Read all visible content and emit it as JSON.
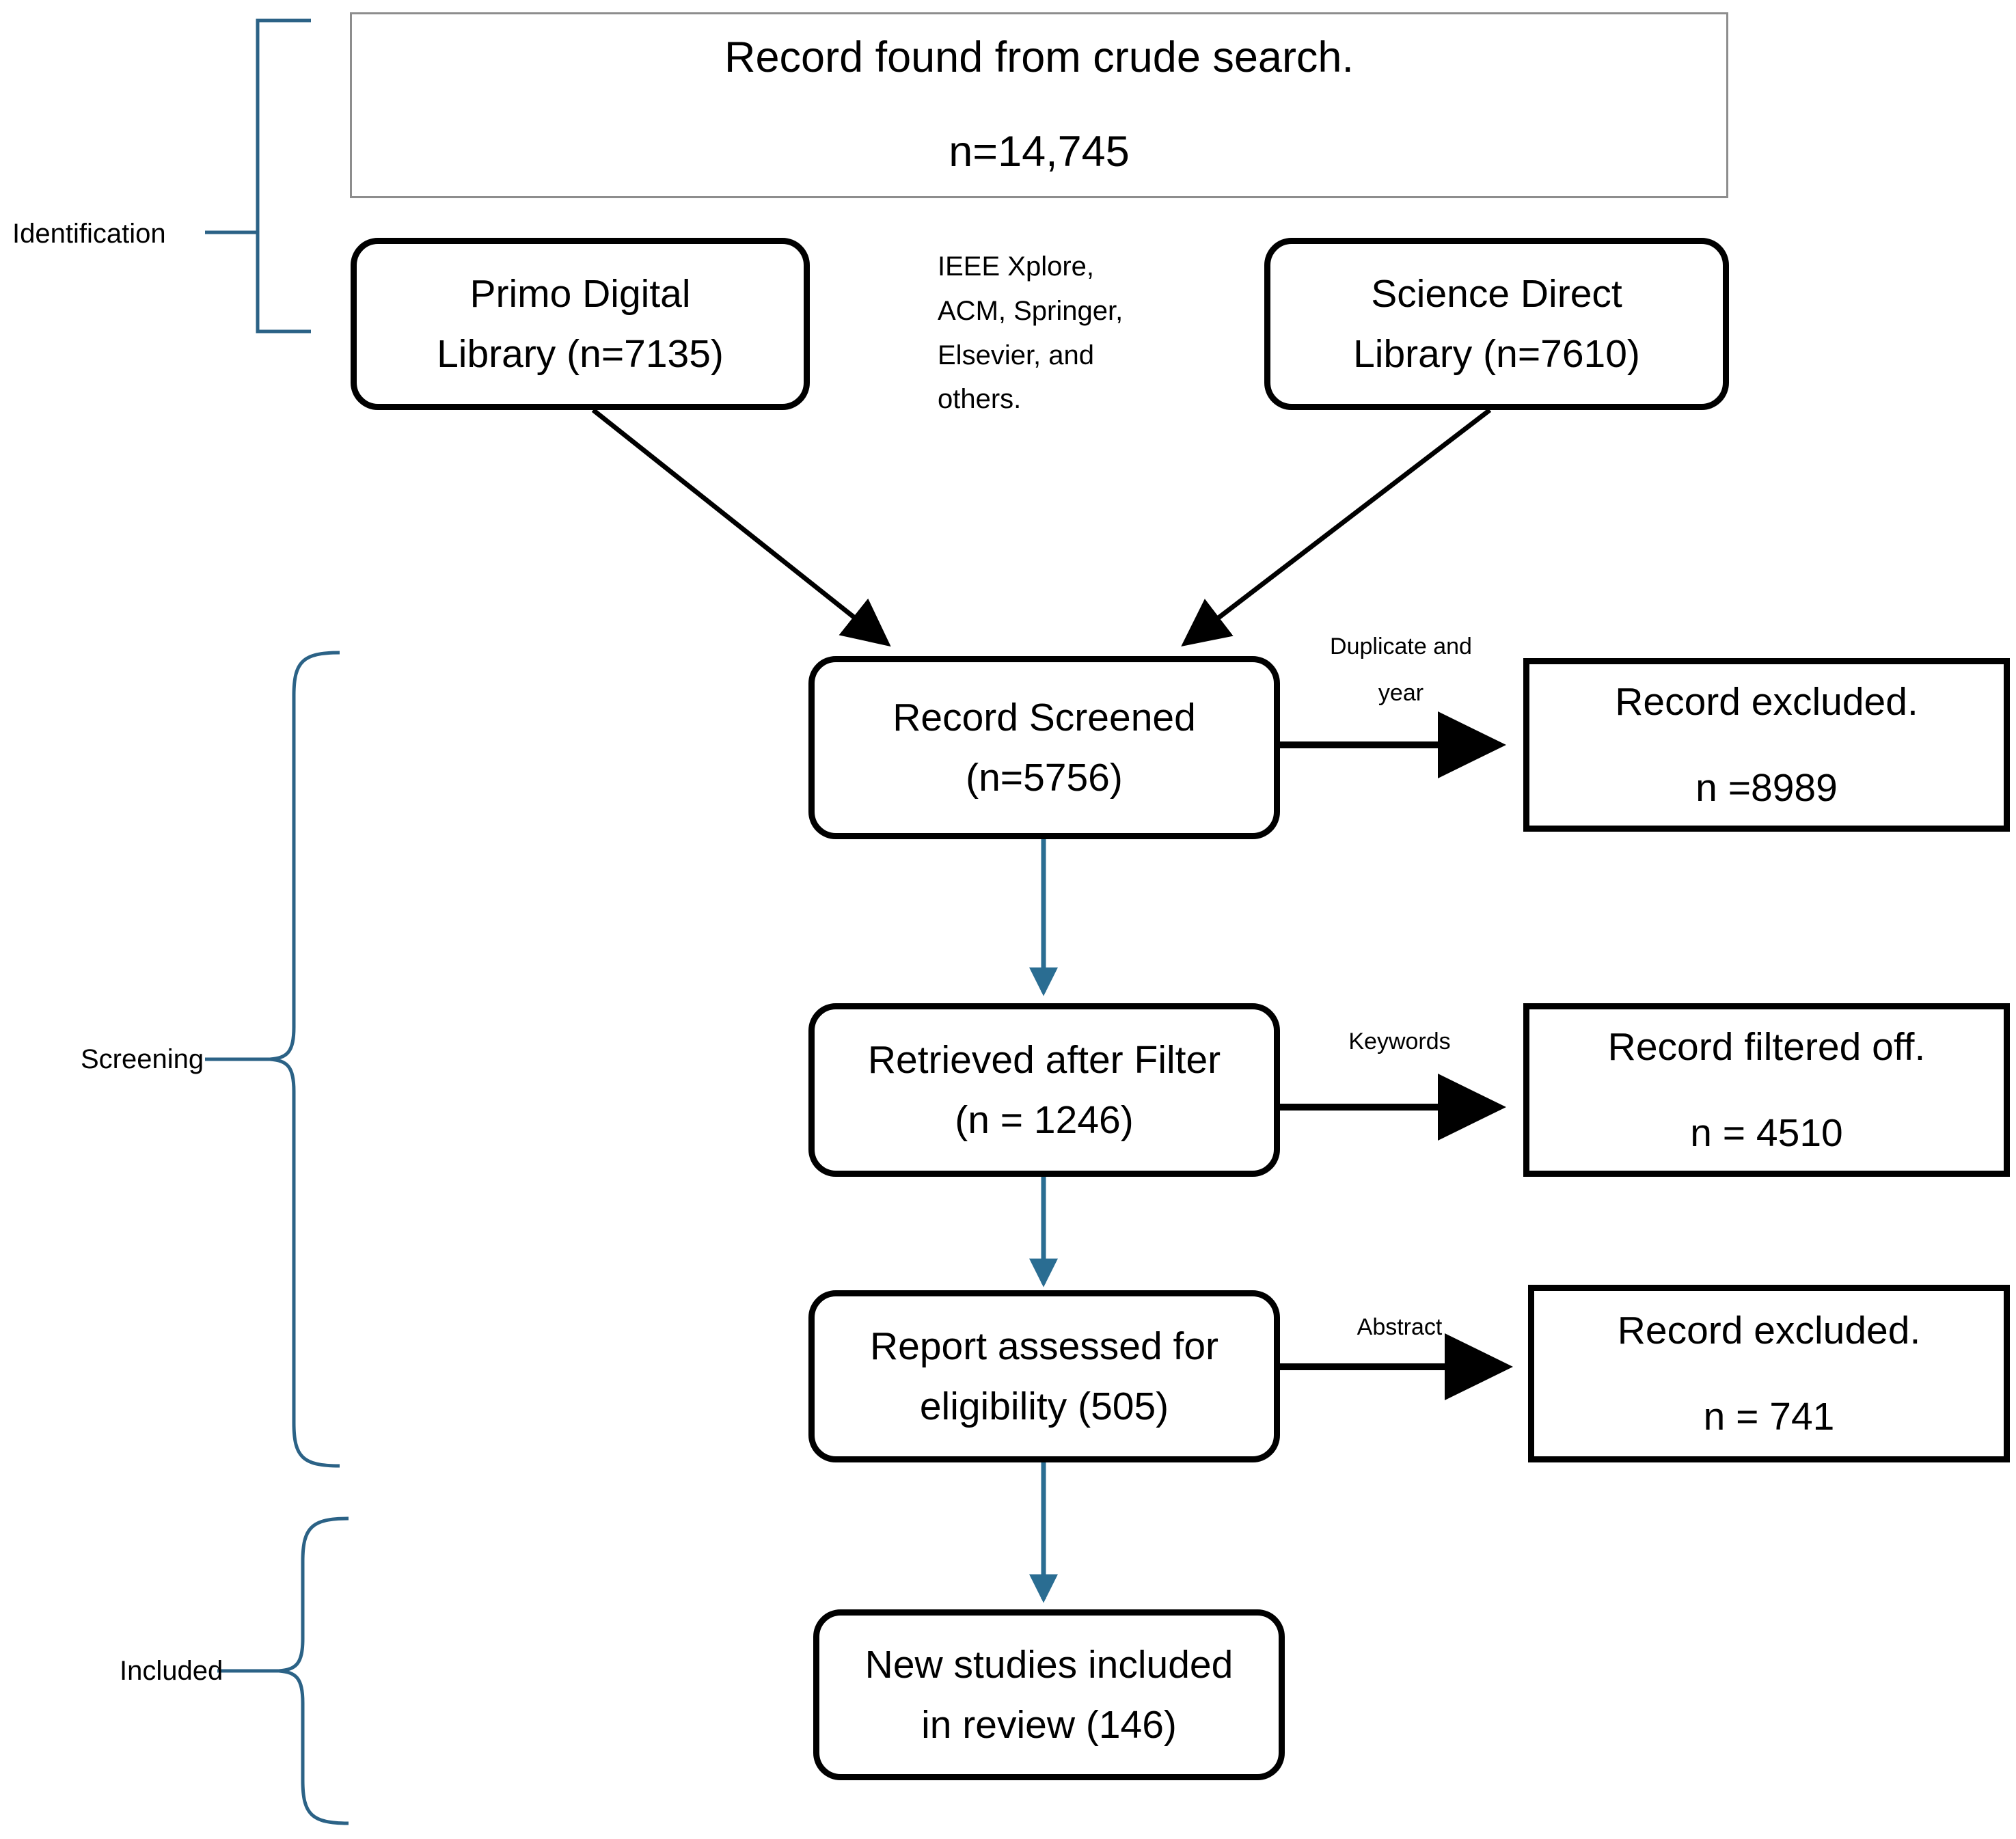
{
  "diagram": {
    "title": "PRISMA study selection flow diagram",
    "colors": {
      "bracket": "#2b6286",
      "flow_arrow": "#2a6d92",
      "box_border": "#000000",
      "plain_box_border": "#8d8d8d",
      "background": "#ffffff"
    }
  },
  "stages": [
    {
      "id": "identification",
      "label": "Identification",
      "bracket_style": "square"
    },
    {
      "id": "screening",
      "label": "Screening",
      "bracket_style": "curly"
    },
    {
      "id": "included",
      "label": "Included",
      "bracket_style": "curly"
    }
  ],
  "nodes": {
    "crude_search": {
      "line1": "Record found from crude search.",
      "line2": "n=14,745"
    },
    "primo": {
      "line1": "Primo Digital",
      "line2": "Library (n=7135)"
    },
    "science_direct": {
      "line1": "Science Direct",
      "line2": "Library (n=7610)"
    },
    "record_screened": {
      "line1": "Record Screened",
      "line2": "(n=5756)"
    },
    "excluded_dup": {
      "line1": "Record excluded.",
      "line2": "n =8989"
    },
    "retrieved": {
      "line1": "Retrieved after Filter",
      "line2": "(n = 1246)"
    },
    "filtered_off": {
      "line1": "Record filtered off.",
      "line2": "n = 4510"
    },
    "eligibility": {
      "line1": "Report assessed for",
      "line2": "eligibility (505)"
    },
    "excluded_abs": {
      "line1": "Record excluded.",
      "line2": "n = 741"
    },
    "included_final": {
      "line1": "New studies included",
      "line2": "in review (146)"
    }
  },
  "notes": {
    "databases": "IEEE Xplore,\nACM, Springer,\nElsevier, and\nothers."
  },
  "edge_labels": {
    "duplicate_year": "Duplicate and\nyear",
    "keywords": "Keywords",
    "abstract": "Abstract"
  }
}
